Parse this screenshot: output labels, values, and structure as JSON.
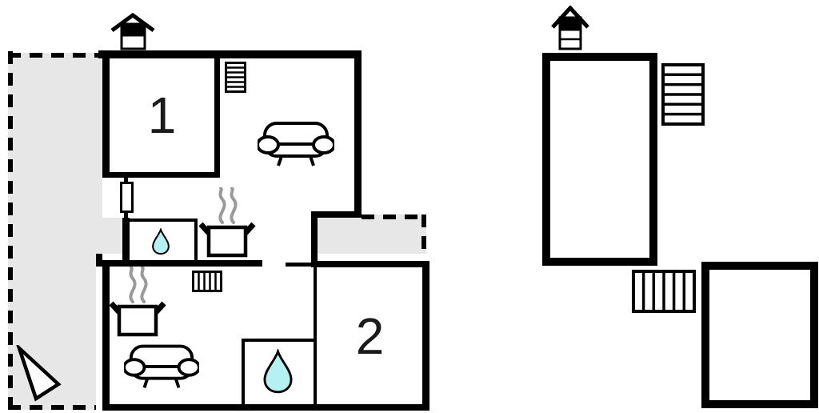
{
  "document": {
    "type": "property-floor-plan",
    "visible_text": [
      "1",
      "2"
    ]
  },
  "colors": {
    "wall": "#000000",
    "terrace_fill": "#e7e7e7",
    "water_drop_fill": "#b5f0f2",
    "steam": "#999999",
    "background": "#ffffff"
  },
  "ground_floor": {
    "rooms": [
      {
        "id": "room-1",
        "label": "1"
      },
      {
        "id": "room-2",
        "label": "2"
      }
    ],
    "areas": [
      "terrace-left-dashed",
      "terrace-middle-dashed",
      "living-kitchen-upper",
      "living-kitchen-lower",
      "bathroom-upper",
      "bathroom-lower"
    ],
    "icons": [
      "chimney-icon",
      "radiator-icon",
      "sofa-icon",
      "stove-icon",
      "steam-icon",
      "water-drop-icon",
      "door-icon",
      "north-arrow-icon"
    ]
  },
  "upper_floor": {
    "rooms": [
      {
        "id": "upper-room"
      },
      {
        "id": "annex-room"
      }
    ],
    "icons": [
      "chimney-icon",
      "stairs-icon",
      "radiator-icon"
    ]
  }
}
